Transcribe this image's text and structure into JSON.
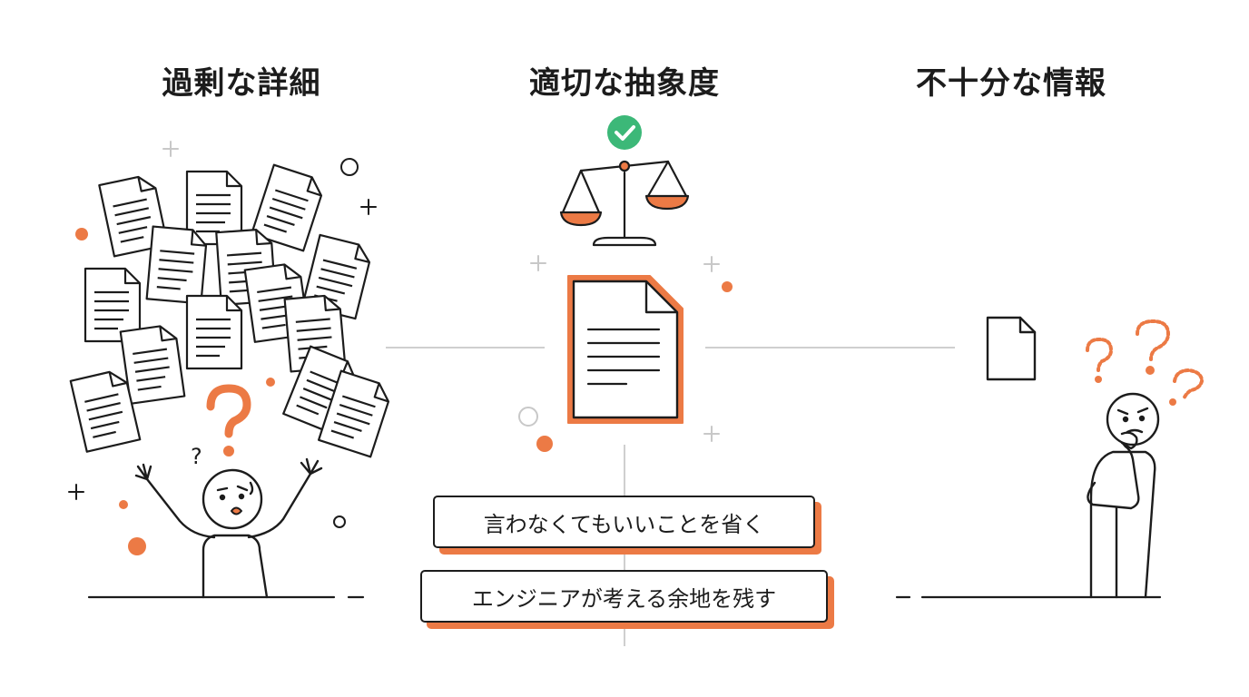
{
  "columns": [
    {
      "title": "過剰な詳細"
    },
    {
      "title": "適切な抽象度"
    },
    {
      "title": "不十分な情報"
    }
  ],
  "labels": {
    "omit": "言わなくてもいいことを省く",
    "leave_room": "エンジニアが考える余地を残す"
  },
  "marks": {
    "question": "?"
  },
  "colors": {
    "accent": "#ec7a45",
    "ink": "#1c1c1c",
    "check": "#3cb878",
    "connector": "#cfcfcf",
    "sparkle": "#c8c8c8"
  }
}
